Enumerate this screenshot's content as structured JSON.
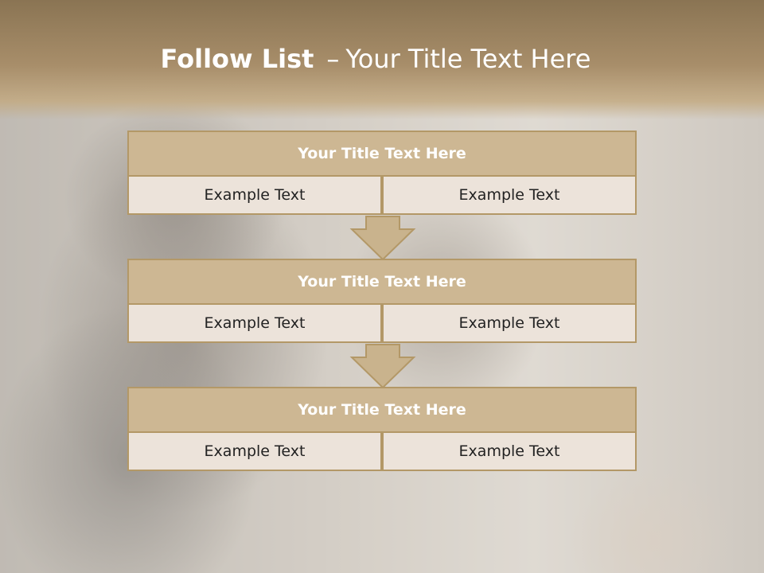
{
  "slide": {
    "title_bold": "Follow List",
    "title_separator": "–",
    "title_rest": "Your Title Text Here"
  },
  "steps": [
    {
      "title": "Your Title Text Here",
      "left": "Example Text",
      "right": "Example Text"
    },
    {
      "title": "Your Title Text Here",
      "left": "Example Text",
      "right": "Example Text"
    },
    {
      "title": "Your Title Text Here",
      "left": "Example Text",
      "right": "Example Text"
    }
  ],
  "colors": {
    "header": "#a88e6a",
    "box_title_fill": "#cdb793",
    "box_border": "#b39867",
    "cell_fill": "#ece3da",
    "arrow_fill": "#c9b38d"
  }
}
